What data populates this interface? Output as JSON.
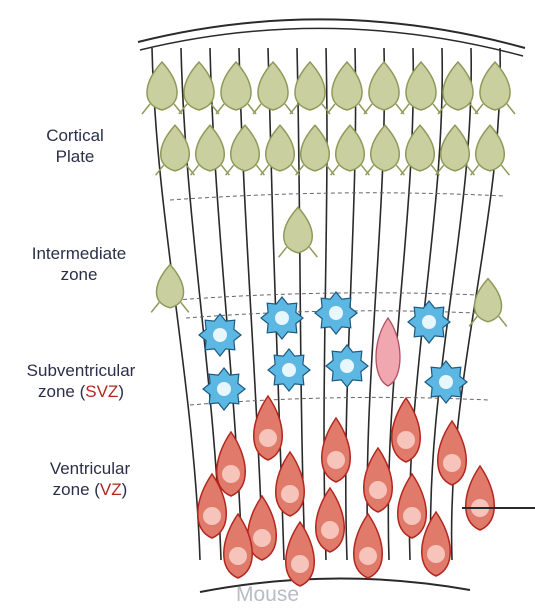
{
  "zones": [
    {
      "id": "cortical-plate",
      "lines": [
        "Cortical",
        "Plate"
      ],
      "abbr": ""
    },
    {
      "id": "intermediate-zone",
      "lines": [
        "Intermediate",
        "zone"
      ],
      "abbr": ""
    },
    {
      "id": "svz",
      "lines": [
        "Subventricular",
        "zone ("
      ],
      "abbr": "SVZ",
      "suffix": ")"
    },
    {
      "id": "vz",
      "lines": [
        "Ventricular",
        "zone ("
      ],
      "abbr": "VZ",
      "suffix": ")"
    }
  ],
  "caption": "Mouse",
  "colors": {
    "neuron": "#c9cf9e",
    "neuron_dark": "#8f9a5a",
    "intermediate_progenitor": "#5db7e3",
    "radial_glia": "#e07a6a",
    "radial_glia_dark": "#b3261e",
    "pink_cell": "#f0a7b0",
    "line": "#2a2a2a",
    "label_text": "#2b2f4a",
    "label_accent": "#b3261e",
    "caption_text": "#b9bcc4"
  }
}
